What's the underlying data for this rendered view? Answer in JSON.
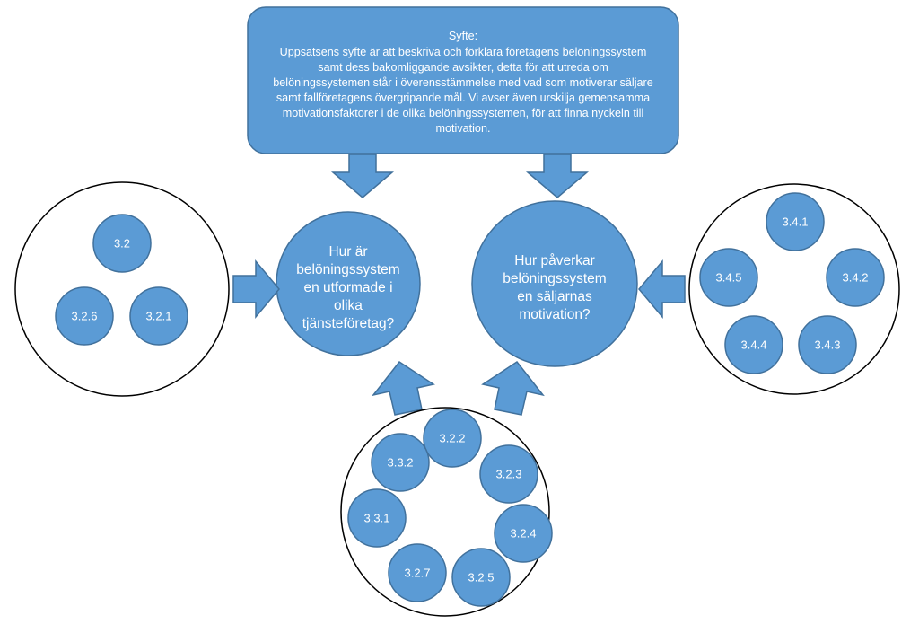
{
  "purpose": {
    "title": "Syfte:",
    "lines": [
      "Uppsatsens syfte är att beskriva och förklara företagens belöningssystem",
      "samt dess bakomliggande avsikter, detta för att utreda om",
      "belöningssystemen står i överensstämmelse med vad som motiverar säljare",
      "samt fallföretagens övergripande mål. Vi avser även urskilja gemensamma",
      "motivationsfaktorer i de olika belöningssystemen, för att finna nyckeln till",
      "motivation."
    ]
  },
  "questions": {
    "left": [
      "Hur är",
      "belöningssystem",
      "en utformade i",
      "olika",
      "tjänsteföretag?"
    ],
    "right": [
      "Hur påverkar",
      "belöningssystem",
      "en säljarnas",
      "motivation?"
    ]
  },
  "groups": {
    "left": [
      "3.2",
      "3.2.6",
      "3.2.1"
    ],
    "right": [
      "3.4.1",
      "3.4.5",
      "3.4.2",
      "3.4.4",
      "3.4.3"
    ],
    "bottom": [
      "3.2.2",
      "3.3.2",
      "3.2.3",
      "3.3.1",
      "3.2.4",
      "3.2.7",
      "3.2.5"
    ]
  },
  "colors": {
    "fill": "#5b9bd5",
    "stroke": "#41719c",
    "text": "#ffffff",
    "outline": "#000000"
  }
}
